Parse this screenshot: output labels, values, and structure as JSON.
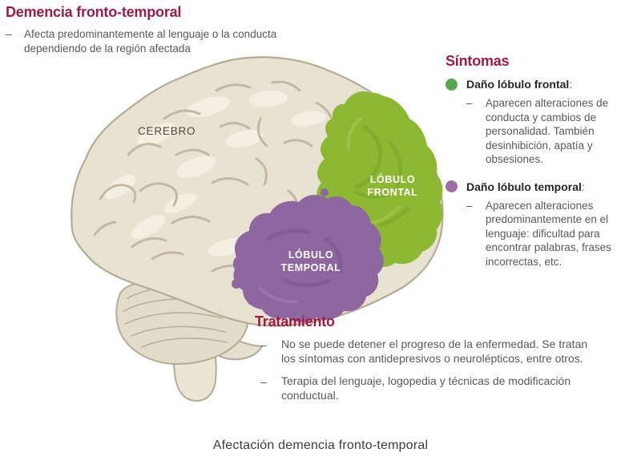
{
  "page": {
    "bullet_char": "–",
    "caption": "Afectación demencia fronto-temporal"
  },
  "colors": {
    "heading_maroon": "#9e1a47",
    "body_text": "#58595b",
    "frontal_lobe_green": "#8db832",
    "temporal_lobe_purple": "#8e66a0",
    "bullet_green": "#57a751",
    "bullet_purple": "#9b6fa6",
    "brain_beige": "#e8e2d3",
    "lobe_label_text": "#ffffff"
  },
  "intro": {
    "title": "Demencia fronto-temporal",
    "bullet": "Afecta predominantemente al lenguaje o la conducta dependiendo de la región afectada"
  },
  "brain": {
    "label": "CEREBRO",
    "frontal": {
      "line1": "LÓBULO",
      "line2": "FRONTAL"
    },
    "temporal": {
      "line1": "LÓBULO",
      "line2": "TEMPORAL"
    }
  },
  "sintomas": {
    "heading": "Síntomas",
    "items": [
      {
        "term": "Daño lóbulo frontal",
        "colon": ":",
        "desc": "Aparecen alteraciones de conducta y cambios de personalidad. También desinhibición, apatía y obsesiones."
      },
      {
        "term": "Daño lóbulo temporal",
        "colon": ":",
        "desc": "Aparecen alteraciones predominantemente en el lenguaje: dificultad para encontrar palabras, frases incorrectas, etc."
      }
    ]
  },
  "tratamiento": {
    "heading": "Tratamiento",
    "items": [
      "No se puede detener el progreso de la enfermedad. Se tratan los síntomas con antidepresivos o neurolépticos, entre otros.",
      "Terapia del lenguaje, logopedia y técnicas de modificación conductual."
    ]
  }
}
